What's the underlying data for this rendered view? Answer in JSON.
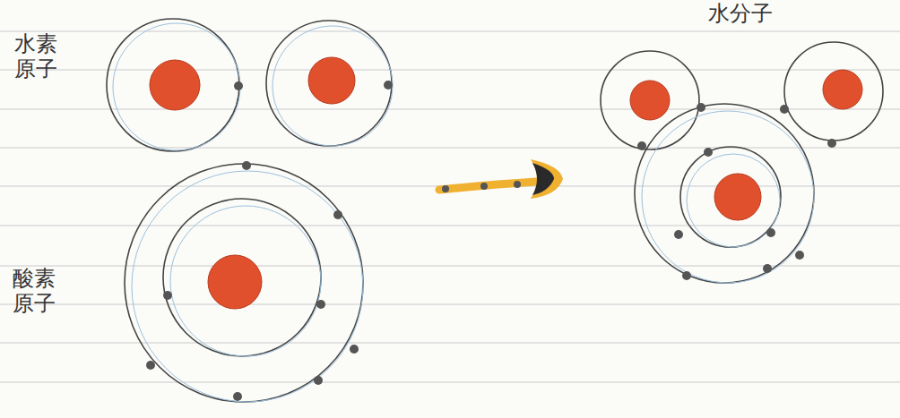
{
  "diagram": {
    "labels": [
      "水素 原子",
      "酸素 原子",
      "水分子"
    ]
  }
}
